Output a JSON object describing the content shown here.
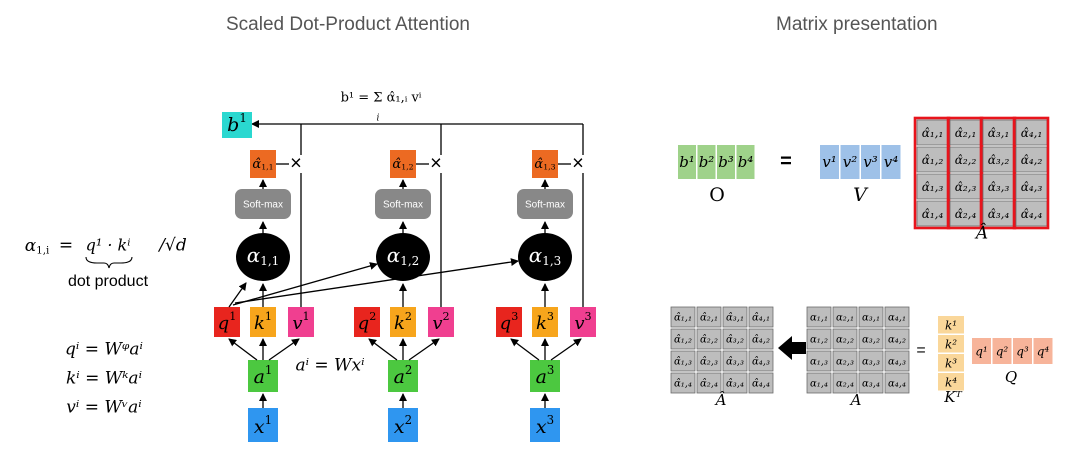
{
  "titles": {
    "left": "Scaled Dot-Product Attention",
    "right": "Matrix presentation"
  },
  "colors": {
    "x": "#2f96f0",
    "a": "#4cc840",
    "q": "#e8251e",
    "k": "#f7a51c",
    "v": "#f03f90",
    "alpha_hat": "#ec6a22",
    "b": "#2ad8d0",
    "softmax": "#888888",
    "alpha": "#000000",
    "output": "#9fd28a",
    "vmat": "#9ec1e8",
    "grey": "#bdbdbd",
    "kt": "#fad79a",
    "qmat": "#f7b49a",
    "highlight": "#e8141c"
  },
  "left": {
    "b_label": "b",
    "b_sup": "1",
    "sum_eq": "b¹ = Σ α̂₁,ᵢ vⁱ",
    "sum_sub": "i",
    "softmax_label": "Soft-max",
    "times": "×",
    "cols": [
      {
        "idx": "1",
        "x": "x",
        "a": "a",
        "q": "q",
        "k": "k",
        "v": "v",
        "alpha": "α",
        "alpha_sub": "1,1",
        "ahat": "α̂",
        "ahat_sub": "1,1"
      },
      {
        "idx": "2",
        "x": "x",
        "a": "a",
        "q": "q",
        "k": "k",
        "v": "v",
        "alpha": "α",
        "alpha_sub": "1,2",
        "ahat": "α̂",
        "ahat_sub": "1,2"
      },
      {
        "idx": "3",
        "x": "x",
        "a": "a",
        "q": "q",
        "k": "k",
        "v": "v",
        "alpha": "α",
        "alpha_sub": "1,3",
        "ahat": "α̂",
        "ahat_sub": "1,3"
      }
    ],
    "formula_alpha_lhs": "α",
    "formula_alpha_lhs_sub": "1,i",
    "formula_alpha_eq": "=",
    "formula_alpha_rhs": "q¹ · kⁱ",
    "formula_alpha_div": "/√d",
    "dot_product": "dot product",
    "eq_a": "aⁱ = Wxⁱ",
    "eq_q": "qⁱ = Wᵠaⁱ",
    "eq_k": "kⁱ = Wᵏaⁱ",
    "eq_v": "vⁱ = Wᵛaⁱ"
  },
  "right": {
    "top": {
      "o_cells": [
        "b¹",
        "b²",
        "b³",
        "b⁴"
      ],
      "o_label": "O",
      "equals": "=",
      "v_cells": [
        "v¹",
        "v²",
        "v³",
        "v⁴"
      ],
      "v_label": "V",
      "ahat_label": "Â",
      "ahat_cols": [
        [
          "α̂₁,₁",
          "α̂₁,₂",
          "α̂₁,₃",
          "α̂₁,₄"
        ],
        [
          "α̂₂,₁",
          "α̂₂,₂",
          "α̂₂,₃",
          "α̂₂,₄"
        ],
        [
          "α̂₃,₁",
          "α̂₃,₂",
          "α̂₃,₃",
          "α̂₃,₄"
        ],
        [
          "α̂₄,₁",
          "α̂₄,₂",
          "α̂₄,₃",
          "α̂₄,₄"
        ]
      ]
    },
    "bottom": {
      "ahat_label": "Â",
      "ahat_cols": [
        [
          "α̂₁,₁",
          "α̂₁,₂",
          "α̂₁,₃",
          "α̂₁,₄"
        ],
        [
          "α̂₂,₁",
          "α̂₂,₂",
          "α̂₂,₃",
          "α̂₂,₄"
        ],
        [
          "α̂₃,₁",
          "α̂₃,₂",
          "α̂₃,₃",
          "α̂₃,₄"
        ],
        [
          "α̂₄,₁",
          "α̂₄,₂",
          "α̂₄,₃",
          "α̂₄,₄"
        ]
      ],
      "a_label": "A",
      "a_cols": [
        [
          "α₁,₁",
          "α₁,₂",
          "α₁,₃",
          "α₁,₄"
        ],
        [
          "α₂,₁",
          "α₂,₂",
          "α₂,₃",
          "α₂,₄"
        ],
        [
          "α₃,₁",
          "α₃,₂",
          "α₃,₃",
          "α₃,₄"
        ],
        [
          "α₄,₁",
          "α₄,₂",
          "α₄,₃",
          "α₄,₄"
        ]
      ],
      "equals": "=",
      "kt_cells": [
        "k¹",
        "k²",
        "k³",
        "k⁴"
      ],
      "kt_label": "Kᵀ",
      "q_cells": [
        "q¹",
        "q²",
        "q³",
        "q⁴"
      ],
      "q_label": "Q"
    }
  }
}
